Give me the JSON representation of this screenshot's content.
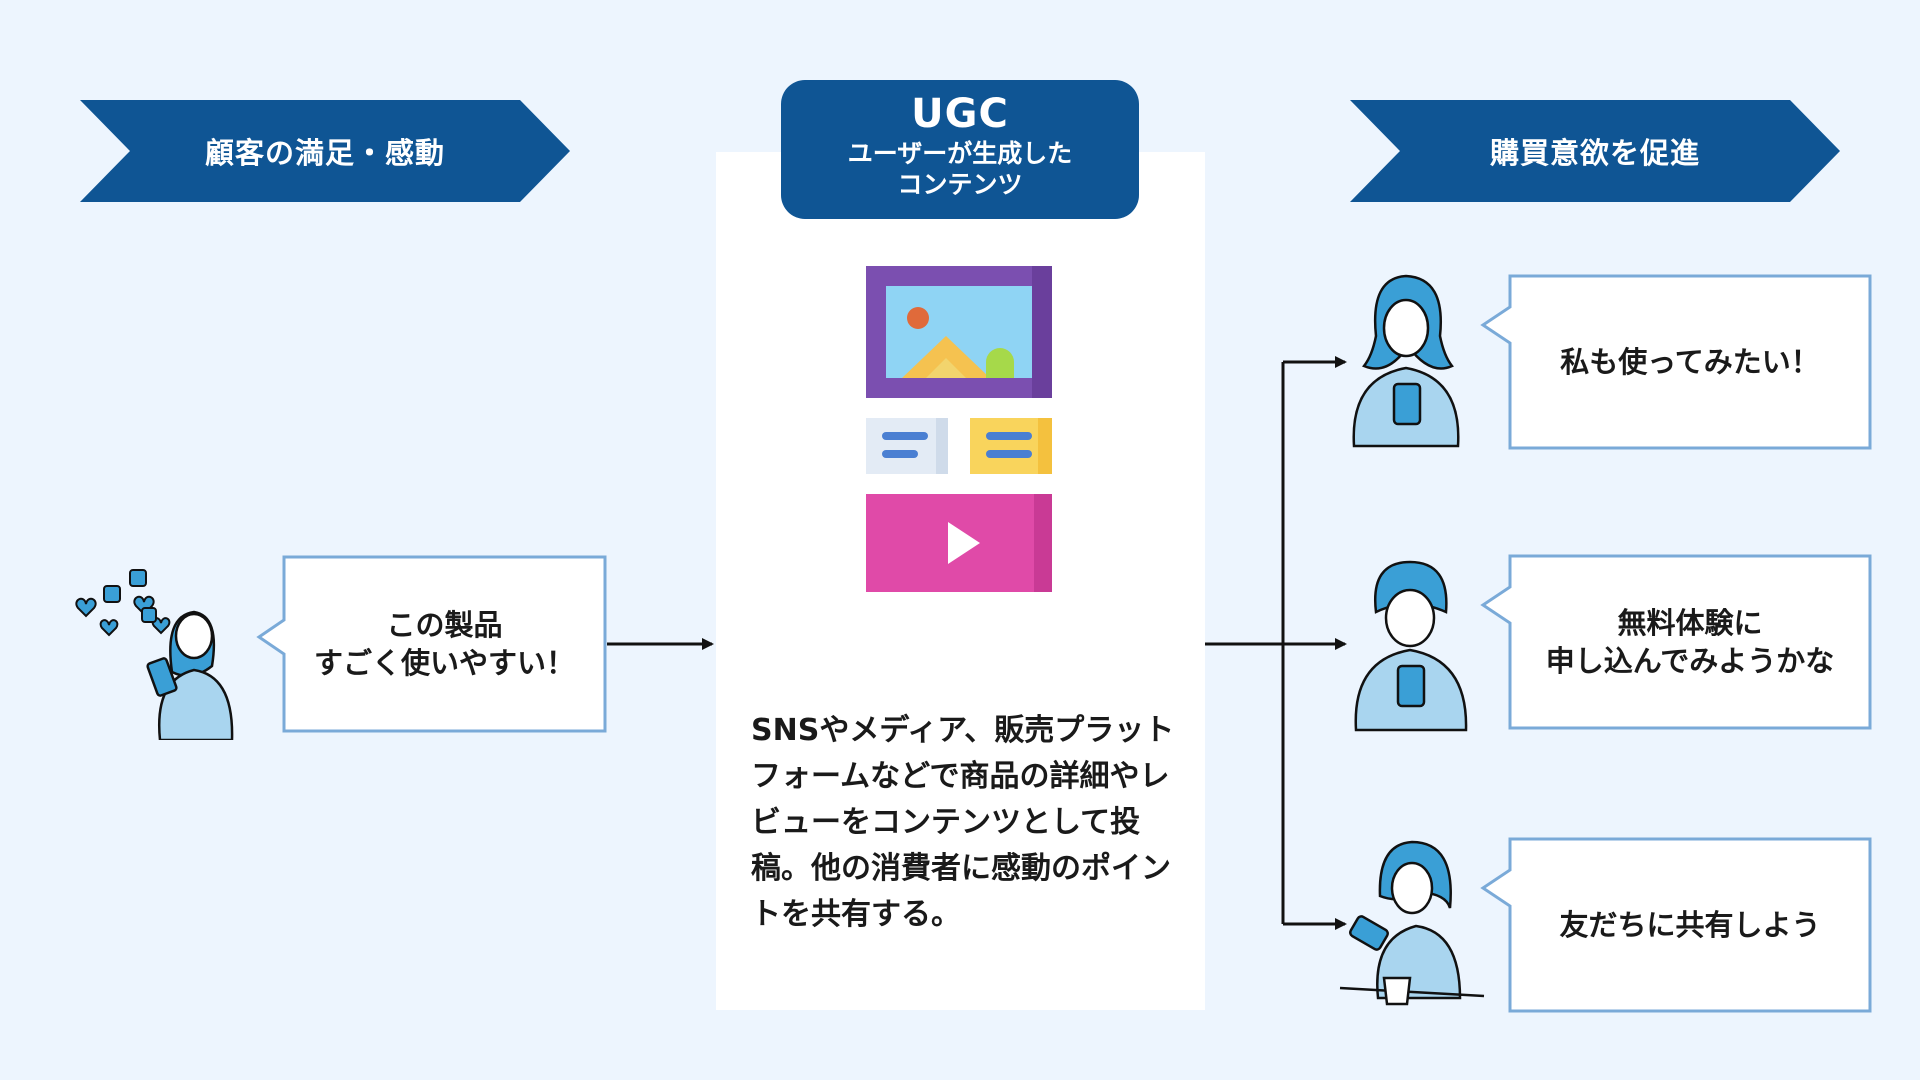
{
  "steps": {
    "left": "顧客の満足・感動",
    "center_title": "UGC",
    "center_sub_line1": "ユーザーが生成した",
    "center_sub_line2": "コンテンツ",
    "right": "購買意欲を促進"
  },
  "left_bubble": {
    "line1": "この製品",
    "line2": "すごく使いやすい！"
  },
  "description": "SNSやメディア、販売プラットフォームなどで商品の詳細やレビューをコンテンツとして投稿。他の消費者に感動のポイントを共有する。",
  "right_bubbles": [
    {
      "line1": "私も使ってみたい！",
      "line2": ""
    },
    {
      "line1": "無料体験に",
      "line2": "申し込んでみようかな"
    },
    {
      "line1": "友だちに共有しよう",
      "line2": ""
    }
  ],
  "colors": {
    "background": "#edf5fe",
    "navy": "#0f5594",
    "bubble_border": "#7aaad8",
    "person_fill": "#3a9fd6",
    "purple": "#7b4fb0",
    "yellow": "#f9d45c",
    "pink": "#e04aa8"
  },
  "icons": [
    "media-content-icon",
    "person-phone-icon",
    "hearts-likes-icon",
    "play-icon"
  ]
}
